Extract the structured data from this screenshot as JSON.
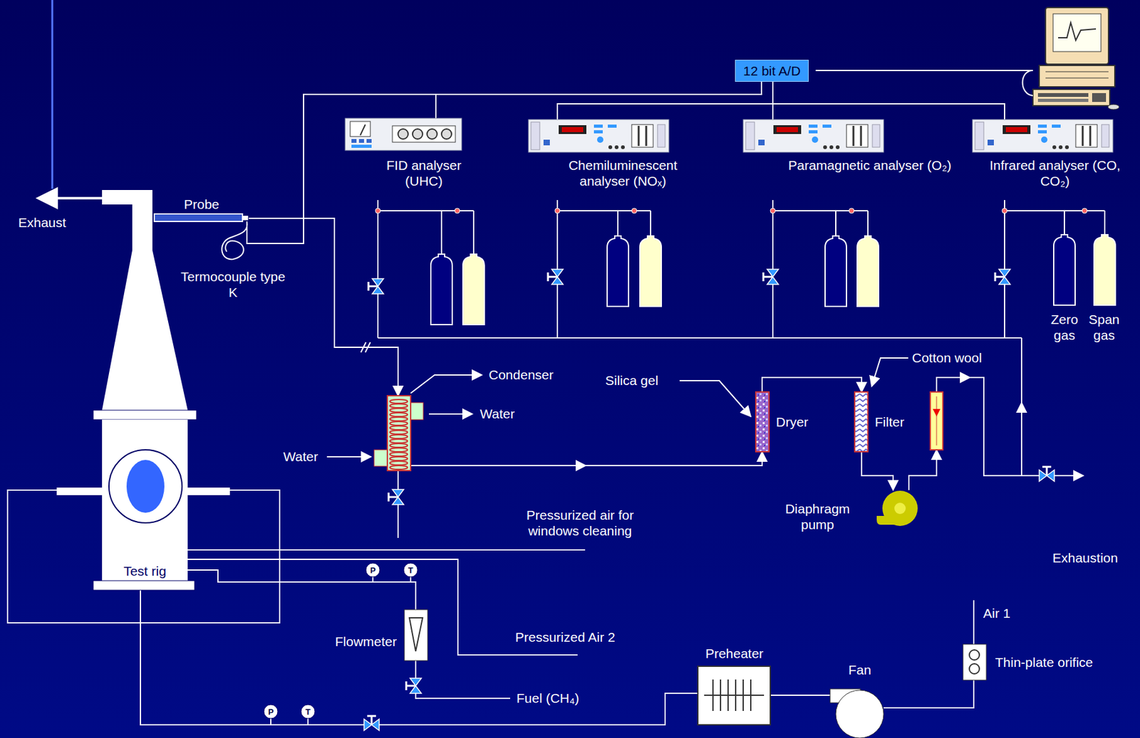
{
  "diagram": {
    "nodes": [
      {
        "text": [
          "12 bit A/D"
        ]
      },
      {
        "text": [
          "FID analyser (UHC)"
        ]
      },
      {
        "text": [
          "Chemiluminescent analyser (NOₓ)"
        ]
      },
      {
        "text": [
          "Paramagnetic analyser (O₂)"
        ]
      },
      {
        "text": [
          "Infrared analyser (CO, CO₂)"
        ]
      },
      {
        "text": [
          "Probe"
        ]
      },
      {
        "text": [
          "Termocouple type K"
        ]
      },
      {
        "text": [
          "Zero gas"
        ]
      },
      {
        "text": [
          "Span gas"
        ]
      },
      {
        "text": [
          "Condenser"
        ]
      },
      {
        "text": [
          "Dryer"
        ]
      },
      {
        "text": [
          "Filter"
        ]
      },
      {
        "text": [
          "Test rig"
        ]
      },
      {
        "text": [
          "Diaphragm pump"
        ]
      },
      {
        "text": [
          "Flowmeter"
        ]
      },
      {
        "text": [
          "Preheater"
        ]
      },
      {
        "text": [
          "Fan"
        ]
      },
      {
        "text": [
          "Thin-plate orifice"
        ]
      }
    ],
    "edges": [
      {
        "from": 0,
        "to": 1,
        "arrow": "none"
      },
      {
        "from": 0,
        "to": 2,
        "arrow": "none"
      },
      {
        "from": 0,
        "to": 3,
        "arrow": "none"
      },
      {
        "from": 0,
        "to": 4,
        "arrow": "none"
      },
      {
        "from": 6,
        "to": 0,
        "arrow": "none"
      },
      {
        "from": 5,
        "to": 9,
        "arrow": "to"
      },
      {
        "from": 9,
        "to": 10,
        "arrow": "to"
      },
      {
        "from": 10,
        "to": 11,
        "arrow": "to"
      },
      {
        "from": 11,
        "to": 13,
        "arrow": "to"
      },
      {
        "from": 14,
        "to": 12,
        "arrow": "none"
      },
      {
        "from": 15,
        "to": 12,
        "arrow": "none"
      },
      {
        "from": 16,
        "to": 15,
        "arrow": "none"
      },
      {
        "from": 17,
        "to": 16,
        "arrow": "none"
      }
    ],
    "labels": [
      "Exhaust",
      "Water",
      "Water",
      "Silica gel",
      "Cotton wool",
      "Pressurized air for windows cleaning",
      "Exhaustion",
      "P",
      "T",
      "Pressurized Air 2",
      "Air 1",
      "Fuel (CH₄)",
      "P",
      "T"
    ]
  }
}
